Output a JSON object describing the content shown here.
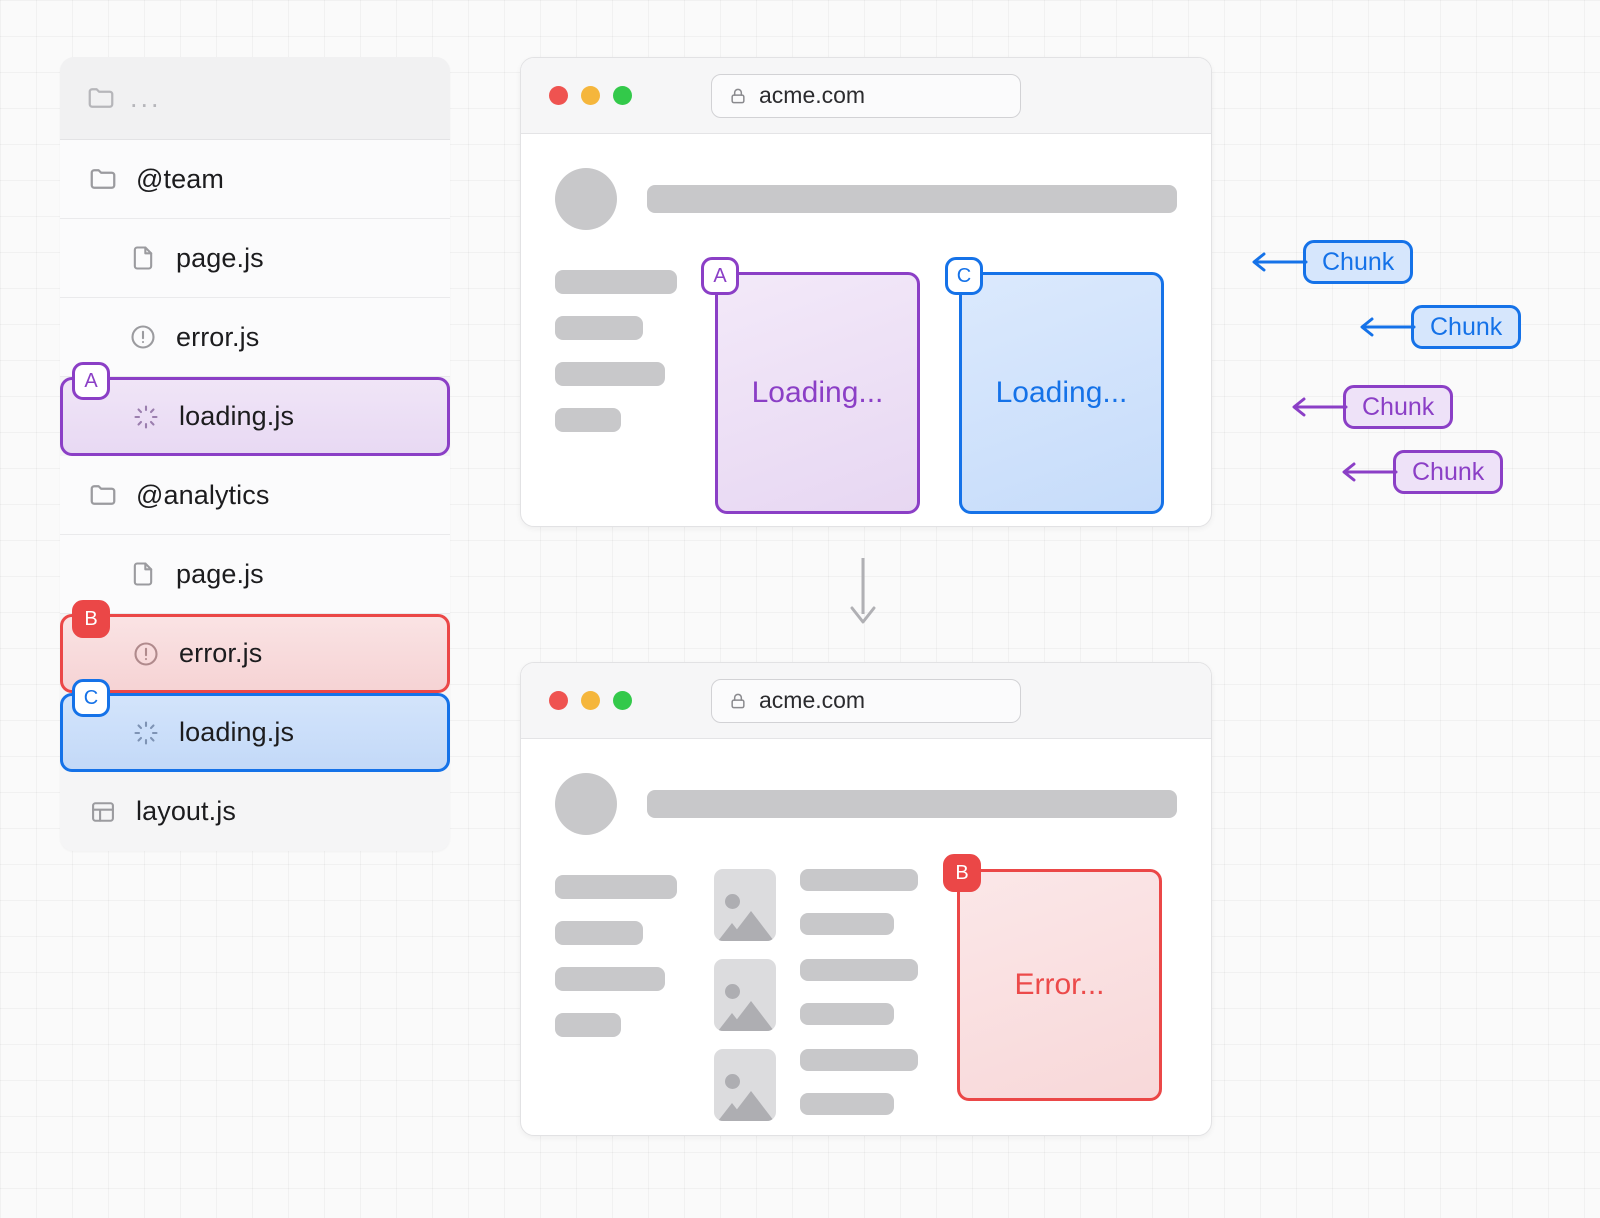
{
  "file_tree": {
    "header": {
      "icon": "folder-icon",
      "label": "..."
    },
    "rows": [
      {
        "icon": "folder-icon",
        "label": "@team",
        "indent": false,
        "highlight": "none",
        "badge": null
      },
      {
        "icon": "file-icon",
        "label": "page.js",
        "indent": true,
        "highlight": "none",
        "badge": null
      },
      {
        "icon": "alert-circle-icon",
        "label": "error.js",
        "indent": true,
        "highlight": "none",
        "badge": null
      },
      {
        "icon": "loader-icon",
        "label": "loading.js",
        "indent": true,
        "highlight": "purple",
        "badge": "A"
      },
      {
        "icon": "folder-icon",
        "label": "@analytics",
        "indent": false,
        "highlight": "none",
        "badge": null
      },
      {
        "icon": "file-icon",
        "label": "page.js",
        "indent": true,
        "highlight": "none",
        "badge": null
      },
      {
        "icon": "alert-circle-icon",
        "label": "error.js",
        "indent": true,
        "highlight": "red",
        "badge": "B"
      },
      {
        "icon": "loader-icon",
        "label": "loading.js",
        "indent": true,
        "highlight": "blue",
        "badge": "C"
      },
      {
        "icon": "layout-icon",
        "label": "layout.js",
        "indent": false,
        "highlight": "none",
        "badge": null
      }
    ]
  },
  "browser_top": {
    "url": "acme.com",
    "lock_icon": "lock-icon",
    "traffic_lights": [
      "close-red",
      "minimize-yellow",
      "zoom-green"
    ],
    "cards": [
      {
        "badge": "A",
        "text": "Loading...",
        "color": "purple"
      },
      {
        "badge": "C",
        "text": "Loading...",
        "color": "blue"
      }
    ]
  },
  "browser_bottom": {
    "url": "acme.com",
    "lock_icon": "lock-icon",
    "traffic_lights": [
      "close-red",
      "minimize-yellow",
      "zoom-green"
    ],
    "cards": [
      {
        "badge": "B",
        "text": "Error...",
        "color": "red"
      }
    ]
  },
  "flow_arrow": {
    "icon": "arrow-down-icon",
    "direction": "down"
  },
  "chunks": [
    {
      "label": "Chunk",
      "color": "blue"
    },
    {
      "label": "Chunk",
      "color": "blue"
    },
    {
      "label": "Chunk",
      "color": "purple"
    },
    {
      "label": "Chunk",
      "color": "purple"
    }
  ],
  "colors": {
    "purple": "#8b3fc6",
    "blue": "#1572e8",
    "red": "#eb4747",
    "skeleton": "#c8c8ca",
    "background": "#fafafa"
  }
}
